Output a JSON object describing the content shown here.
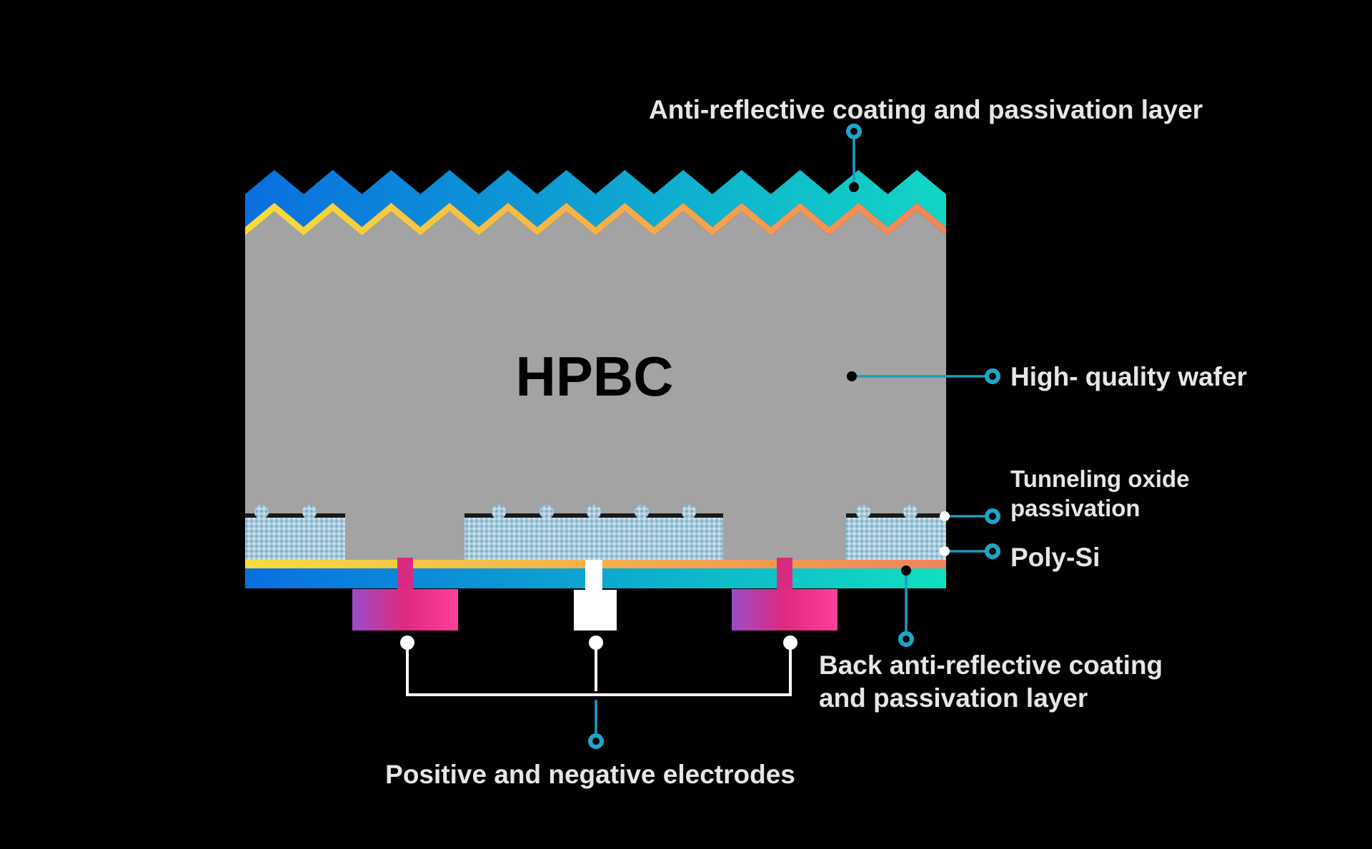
{
  "diagram": {
    "title": "HPBC",
    "labels": {
      "front_arc": "Anti-reflective coating and passivation layer",
      "wafer": "High- quality wafer",
      "tunneling_line1": "Tunneling oxide",
      "tunneling_line2": "passivation",
      "polysi": "Poly-Si",
      "back_arc_line1": "Back anti-reflective coating",
      "back_arc_line2": "and passivation layer",
      "electrodes": "Positive and negative  electrodes"
    },
    "colors": {
      "background": "#000000",
      "wafer": "#a3a3a3",
      "front_coating_start": "#0a6fe0",
      "front_coating_end": "#12d6c4",
      "front_passivation_start": "#f7dc3c",
      "front_passivation_end": "#f2845a",
      "back_coating_start": "#0a6fe0",
      "back_coating_end": "#10dfc0",
      "electrode_start": "#9a4cc8",
      "electrode_end": "#ff3f9a",
      "callout": "#1ea6c8"
    }
  }
}
